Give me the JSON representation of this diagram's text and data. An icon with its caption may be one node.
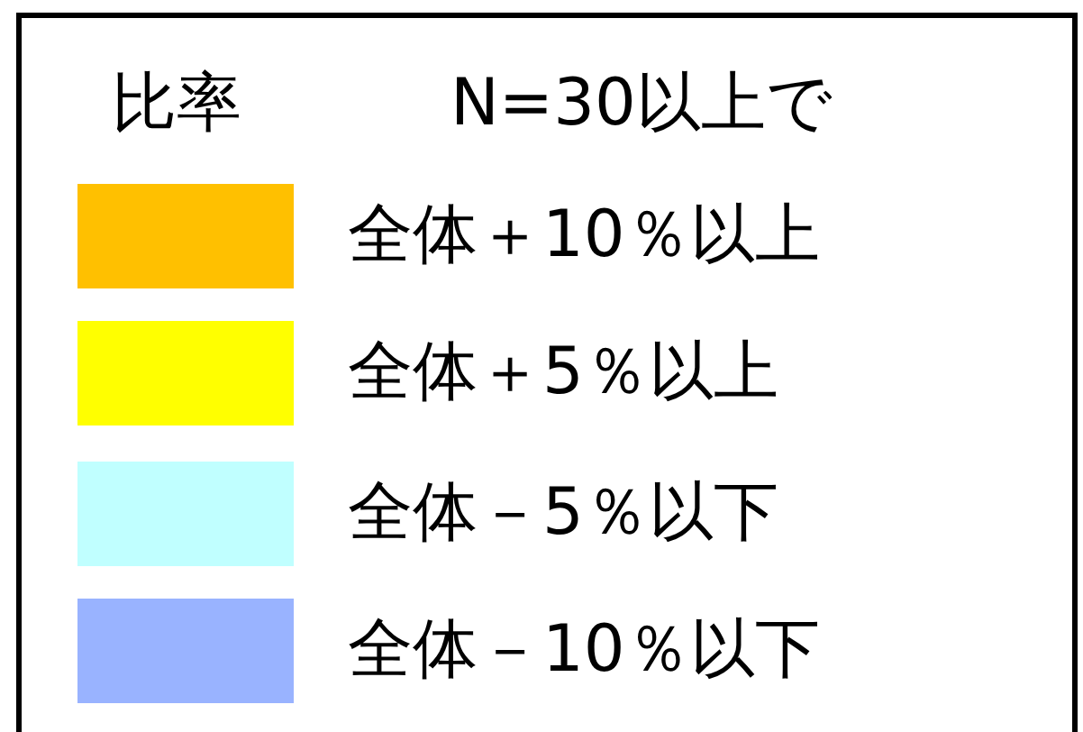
{
  "diagram": {
    "labels": [
      "比率",
      "N=30以上で"
    ],
    "legend": [
      {
        "text": "全体＋10％以上",
        "color": "#ffc000"
      },
      {
        "text": "全体＋5％以上",
        "color": "#ffff00"
      },
      {
        "text": "全体－5％以下",
        "color": "#c0ffff"
      },
      {
        "text": "全体－10％以下",
        "color": "#99b3ff"
      }
    ]
  }
}
